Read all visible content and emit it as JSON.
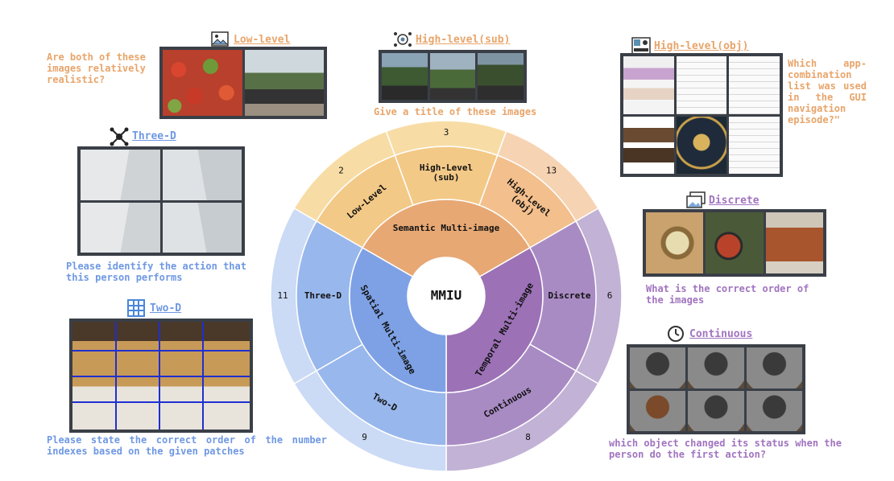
{
  "center_label": "MMIU",
  "inner_ring": [
    {
      "label": "Semantic Multi-image",
      "color": "#e7a874"
    },
    {
      "label": "Temporal Multi-image",
      "color": "#9c71b6"
    },
    {
      "label": "Spatial Multi-image",
      "color": "#7ea1e5"
    }
  ],
  "middle_ring": [
    {
      "label": "Low-Level",
      "color": "#f3c987"
    },
    {
      "label": "High-Level\n(sub)",
      "color": "#f3c987"
    },
    {
      "label": "High-Level\n(obj)",
      "color": "#f3bf8c"
    },
    {
      "label": "Discrete",
      "color": "#a98bc4"
    },
    {
      "label": "Continuous",
      "color": "#a98bc4"
    },
    {
      "label": "Two-D",
      "color": "#98b7ec"
    },
    {
      "label": "Three-D",
      "color": "#98b7ec"
    }
  ],
  "outer_ring": [
    {
      "count": "2",
      "color": "#f7dda5"
    },
    {
      "count": "3",
      "color": "#f7dda5"
    },
    {
      "count": "13",
      "color": "#f6d3b2"
    },
    {
      "count": "6",
      "color": "#c2b2d6"
    },
    {
      "count": "8",
      "color": "#c2b2d6"
    },
    {
      "count": "9",
      "color": "#cbdaf5"
    },
    {
      "count": "11",
      "color": "#cbdaf5"
    }
  ],
  "examples": {
    "low_level": {
      "title": "Low-level",
      "question": "Are both of these images relatively realistic?",
      "color": "#e8a56b"
    },
    "high_sub": {
      "title": "High-level(sub)",
      "question": "Give a title of these images",
      "color": "#e8a56b"
    },
    "high_obj": {
      "title": "High-level(obj)",
      "question": "Which app-combination list was used in the GUI navigation episode?\"",
      "color": "#e8a56b"
    },
    "three_d": {
      "title": "Three-D",
      "question": "Please identify the action that this person performs",
      "color": "#6f98e3"
    },
    "two_d": {
      "title": "Two-D",
      "question": "Please state the correct order of the number indexes based on the given patches",
      "color": "#6f98e3"
    },
    "discrete": {
      "title": "Discrete",
      "question": "What is the correct order of the images",
      "color": "#a174c0"
    },
    "continuous": {
      "title": "Continuous",
      "question": "which object changed its status when the person do the first action?",
      "color": "#a174c0"
    }
  }
}
